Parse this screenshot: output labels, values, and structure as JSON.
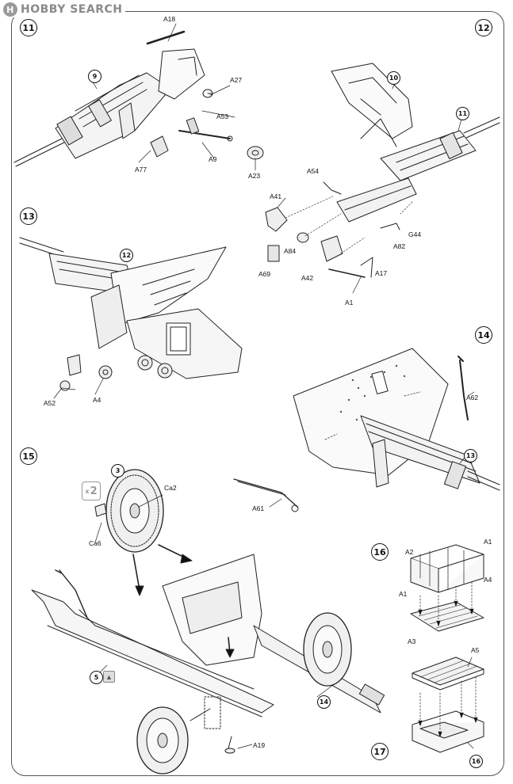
{
  "watermark": {
    "logo_text": "H",
    "text": "HOBBY SEARCH"
  },
  "steps": [
    "11",
    "12",
    "13",
    "14",
    "15",
    "16",
    "17"
  ],
  "sub_assemblies": {
    "s11_sub": "9",
    "s12_sub": "10",
    "s12_sub_b": "11",
    "s13_sub": "12",
    "s14_sub": "13",
    "s15_wheel": "3",
    "s15_body": "5",
    "s15_gun": "14",
    "s17_box": "16"
  },
  "multiplier": {
    "prefix": "x",
    "count": "2"
  },
  "glue_icon": "glue-icon",
  "parts": {
    "A18": "A18",
    "A27": "A27",
    "A53": "A53",
    "A77": "A77",
    "A9": "A9",
    "A23": "A23",
    "A54": "A54",
    "A41": "A41",
    "A84": "A84",
    "A69": "A69",
    "A42": "A42",
    "A17": "A17",
    "A1": "A1",
    "A82": "A82",
    "G44": "G44",
    "A52": "A52",
    "A4": "A4",
    "A62": "A62",
    "A61": "A61",
    "Ca2": "Ca2",
    "Ca6": "Ca6",
    "A19": "A19",
    "A2": "A2",
    "A1b": "A1",
    "A4b": "A4",
    "A1c": "A1",
    "A3": "A3",
    "A5": "A5"
  }
}
